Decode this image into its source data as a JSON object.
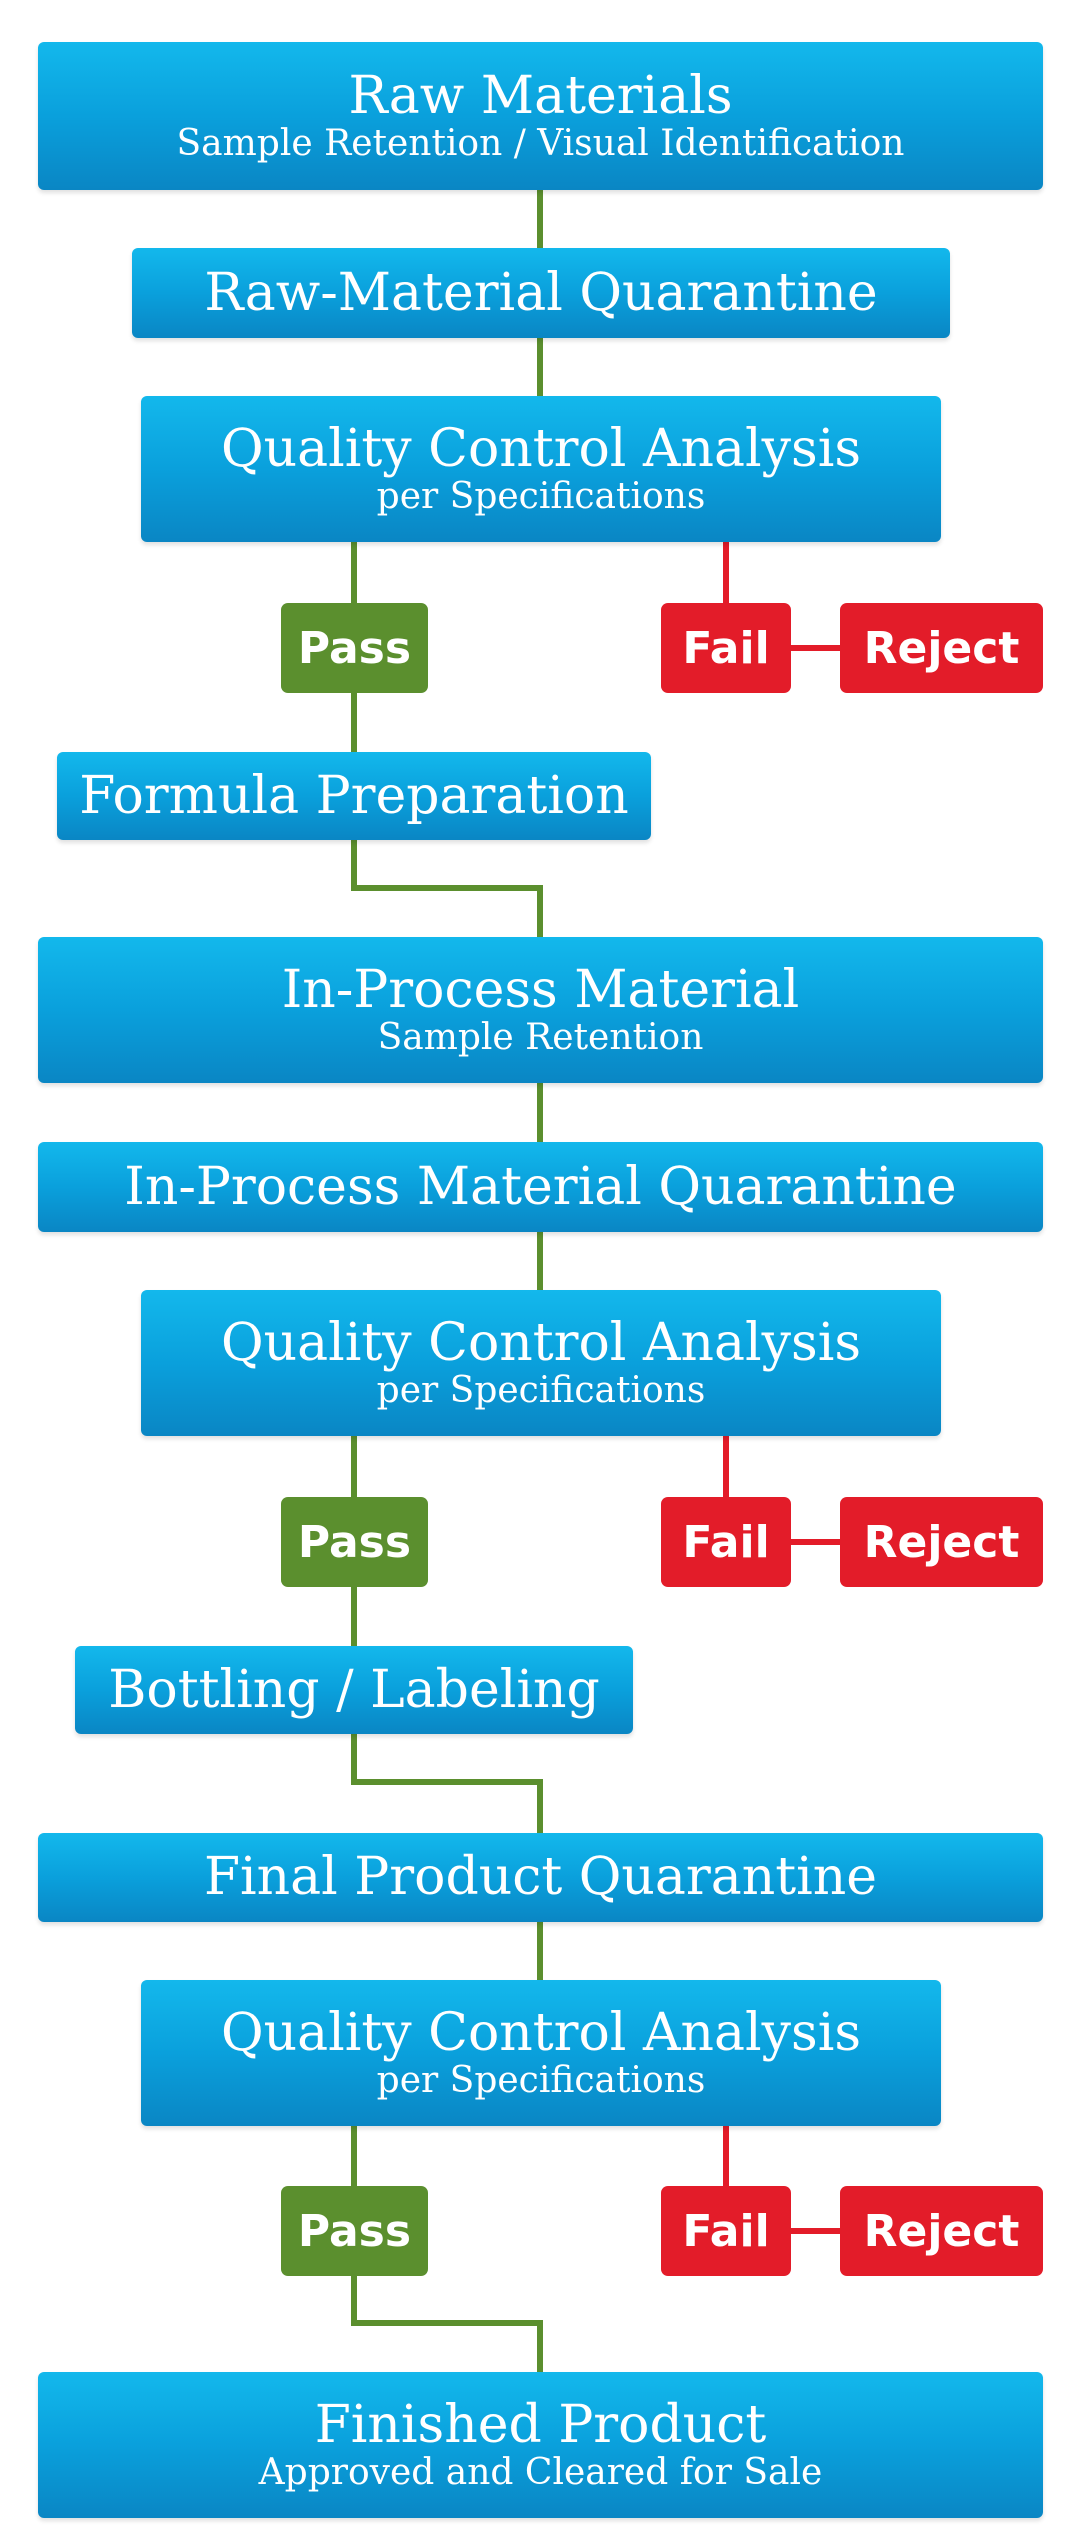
{
  "colors": {
    "step_box": "#0aa0dc",
    "pass": "#5b8f2e",
    "fail": "#e31c29",
    "pass_line": "#5b8f2e",
    "fail_line": "#e31c29",
    "text": "#ffffff"
  },
  "steps": {
    "raw_materials": {
      "title": "Raw Materials",
      "subtitle": "Sample Retention / Visual Identification"
    },
    "raw_material_quarantine": {
      "title": "Raw-Material Quarantine"
    },
    "qc_1": {
      "title": "Quality Control Analysis",
      "subtitle": "per Specifications"
    },
    "formula_preparation": {
      "title": "Formula Preparation"
    },
    "in_process_material": {
      "title": "In-Process Material",
      "subtitle": "Sample Retention"
    },
    "in_process_quarantine": {
      "title": "In-Process Material Quarantine"
    },
    "qc_2": {
      "title": "Quality Control Analysis",
      "subtitle": "per Specifications"
    },
    "bottling_labeling": {
      "title": "Bottling / Labeling"
    },
    "final_product_quarantine": {
      "title": "Final Product Quarantine"
    },
    "qc_3": {
      "title": "Quality Control Analysis",
      "subtitle": "per Specifications"
    },
    "finished_product": {
      "title": "Finished Product",
      "subtitle": "Approved and Cleared for Sale"
    }
  },
  "outcomes": {
    "pass_label": "Pass",
    "fail_label": "Fail",
    "reject_label": "Reject"
  }
}
